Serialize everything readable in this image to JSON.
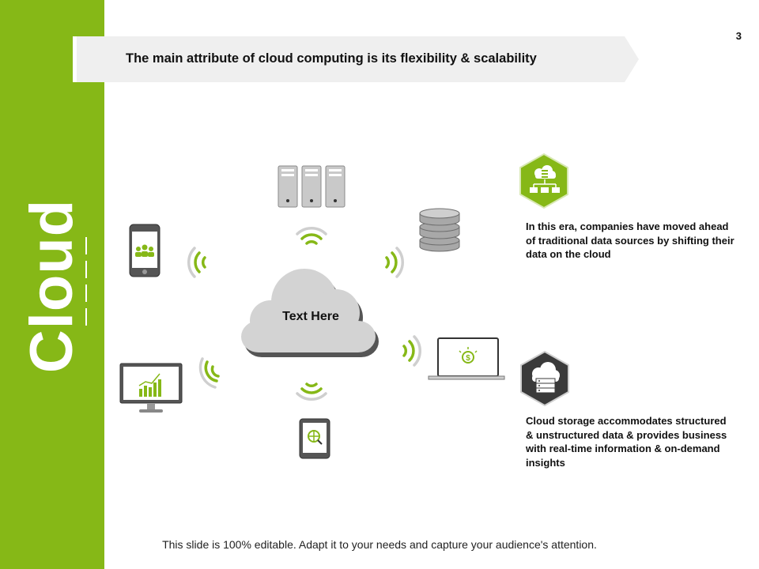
{
  "slide": {
    "page_number": "3",
    "side_title": "Cloud",
    "headline": "The main attribute of cloud computing is its flexibility & scalability",
    "footer": "This slide is 100% editable. Adapt it to your needs and capture your audience's attention."
  },
  "diagram": {
    "center_label": "Text Here",
    "devices": [
      "server-rack-icon",
      "database-icon",
      "laptop-icon",
      "tablet-icon",
      "monitor-icon",
      "smartphone-icon"
    ]
  },
  "points": [
    {
      "icon": "cloud-network-icon",
      "color": "#86b817",
      "text": "In this era, companies have moved ahead of traditional data sources by shifting their data on the cloud"
    },
    {
      "icon": "cloud-server-icon",
      "color": "#3a3a3a",
      "text": "Cloud storage accommodates structured & unstructured data & provides business with real-time information & on-demand insights"
    }
  ],
  "colors": {
    "accent": "#86b817",
    "dark": "#3a3a3a",
    "banner": "#efefef"
  }
}
